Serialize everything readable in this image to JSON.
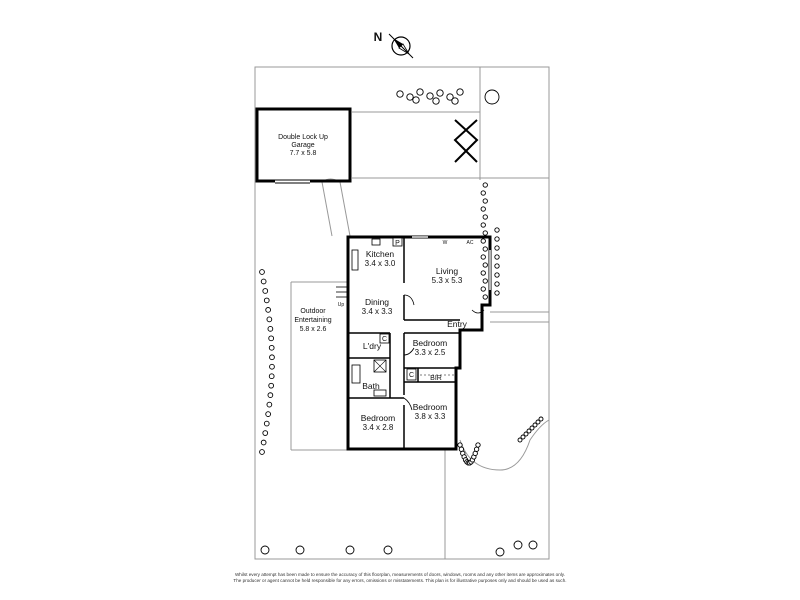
{
  "compass": {
    "label": "N",
    "icon": "compass-icon"
  },
  "rooms": {
    "garage": {
      "name_line1": "Double Lock Up",
      "name_line2": "Garage",
      "dims": "7.7 x 5.8"
    },
    "kitchen": {
      "name": "Kitchen",
      "dims": "3.4 x 3.0"
    },
    "living": {
      "name": "Living",
      "dims": "5.3 x 5.3"
    },
    "dining": {
      "name": "Dining",
      "dims": "3.4 x 3.3"
    },
    "outdoor": {
      "name_line1": "Outdoor",
      "name_line2": "Entertaining",
      "dims": "5.8 x 2.6"
    },
    "entry": {
      "name": "Entry"
    },
    "laundry": {
      "name": "L'dry"
    },
    "bedroom1": {
      "name": "Bedroom",
      "dims": "3.3 x 2.5"
    },
    "bedroom2": {
      "name": "Bedroom",
      "dims": "3.8 x 3.3"
    },
    "bedroom3": {
      "name": "Bedroom",
      "dims": "3.4 x 2.8"
    },
    "bath": {
      "name": "Bath"
    },
    "bir": {
      "name": "BIR"
    }
  },
  "markers": {
    "pantry": "P",
    "cupboard1": "C",
    "cupboard2": "C",
    "up": "Up",
    "w": "W",
    "ac": "AC"
  },
  "disclaimer": {
    "line1": "Whilst every attempt has been made to ensure the accuracy of this floorplan, measurements of doors, windows, rooms and any other items are approximates only.",
    "line2": "The producer or agent cannot be held responsible for any errors, omissions or misstatements. This plan is for illustrative purposes only and should be used as such."
  }
}
